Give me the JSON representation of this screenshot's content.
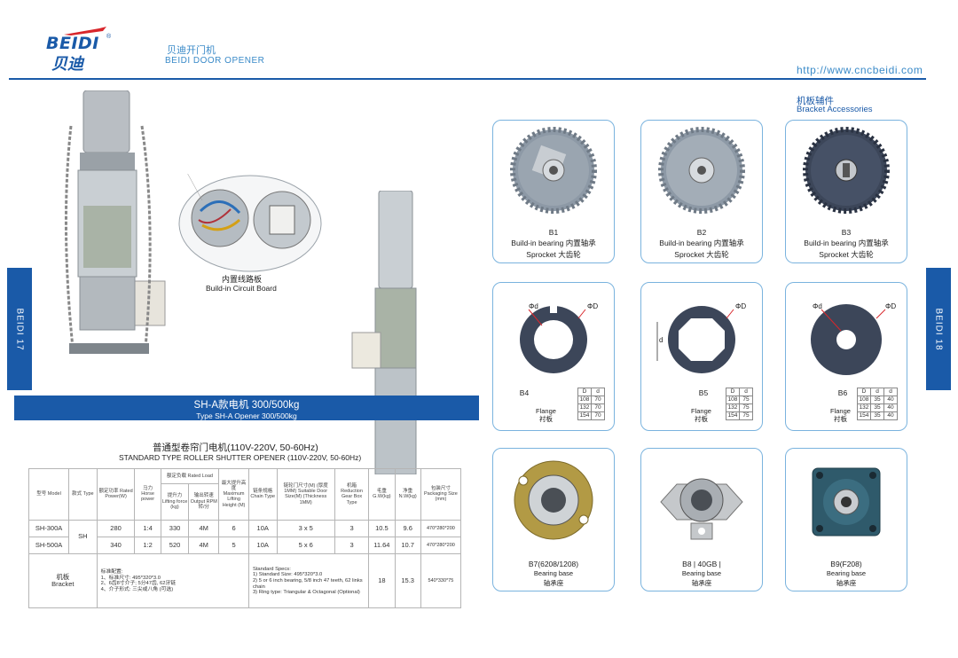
{
  "header": {
    "logo_text": "BEIDI",
    "logo_cn": "贝迪",
    "logo_reg": "®",
    "brand_cn": "贝迪开门机",
    "brand_en": "BEIDI DOOR OPENER",
    "website": "http://www.cncbeidi.com"
  },
  "side_tabs": {
    "left": "BEIDI 17",
    "right": "BEIDI 18"
  },
  "motor": {
    "callout_cn": "内置线路板",
    "callout_en": "Build-in Circuit Board"
  },
  "type_banner": {
    "cn": "SH-A款电机 300/500kg",
    "en": "Type SH-A Opener 300/500kg"
  },
  "spec_table": {
    "title_cn": "普通型卷帘门电机(110V-220V, 50-60Hz)",
    "title_en": "STANDARD TYPE ROLLER SHUTTER OPENER (110V-220V, 50-60Hz)",
    "headers": {
      "model": "型号 Model",
      "type": "款式 Type",
      "rated_power": "额定功率 Rated Power(W)",
      "ratio": "马力 Horse power",
      "rated_load_group": "额定负载 Rated Load",
      "lifting_force": "提升力 Lifting force (kg)",
      "output_rpm": "输出转速 Output RPM 转/分",
      "max_height": "最大提升高度 Maximum Lifting Height (M)",
      "chain": "链条规格 Chain Type",
      "shaft": "链轮门尺寸(M) (厚度 1MM) Suitable Door Size(M) (Thickness 1MM)",
      "reduction": "机箱 Reduction Gear Box Type",
      "gross": "毛重 G.W(kg)",
      "net": "净重 N.W(kg)",
      "package": "包装尺寸 Packaging Size (mm)"
    },
    "rows": [
      {
        "model": "SH-300A",
        "power": "280",
        "ratio": "1:4",
        "lift": "330",
        "rpm": "4M",
        "height": "6",
        "chain": "10A",
        "size": "3 x 5",
        "gear": "3",
        "gw": "10.5",
        "nw": "9.6",
        "pkg": "470*280*200"
      },
      {
        "model": "SH-500A",
        "power": "340",
        "ratio": "1:2",
        "lift": "520",
        "rpm": "4M",
        "height": "5",
        "chain": "10A",
        "size": "5 x 6",
        "gear": "3",
        "gw": "11.64",
        "nw": "10.7",
        "pkg": "470*280*200"
      }
    ],
    "type_value": "SH",
    "bracket_label_cn": "机板",
    "bracket_label_en": "Bracket",
    "bracket_cn_lines": [
      "标准配置:",
      "1、标准尺寸: 495*320*3.0",
      "2、6齿8寸介子; 5分47齿, 62牙链",
      "4、介子形式: 三尖或八角 (可选)"
    ],
    "bracket_en_lines": [
      "Standard Specs:",
      "1) Standard Size: 495*320*3.0",
      "2) 5 or 6 inch bearing, 5/8 inch 47 teeth, 62 links chain",
      "3) Ring type: Triangular & Octagonal (Optional)"
    ],
    "bracket_gw": "18",
    "bracket_nw": "15.3",
    "bracket_pkg": "540*330*75"
  },
  "accessories": {
    "title_cn": "机板辅件",
    "title_en": "Bracket Accessories",
    "sprockets": [
      {
        "code": "B1",
        "line1": "Build-in bearing 内置轴承",
        "line2": "Sprocket 大齿轮"
      },
      {
        "code": "B2",
        "line1": "Build-in bearing 内置轴承",
        "line2": "Sprocket 大齿轮"
      },
      {
        "code": "B3",
        "line1": "Build-in bearing 内置轴承",
        "line2": "Sprocket 大齿轮"
      }
    ],
    "flanges": [
      {
        "code": "B4",
        "label_en": "Flange",
        "label_cn": "衬板",
        "small_dim": "Φd",
        "big_dim": "ΦD",
        "table": [
          [
            "D",
            "d"
          ],
          [
            "108",
            "70"
          ],
          [
            "132",
            "70"
          ],
          [
            "154",
            "70"
          ]
        ]
      },
      {
        "code": "B5",
        "label_en": "Flange",
        "label_cn": "衬板",
        "small_dim": "d",
        "big_dim": "ΦD",
        "table": [
          [
            "D",
            "d"
          ],
          [
            "108",
            "75"
          ],
          [
            "132",
            "75"
          ],
          [
            "154",
            "75"
          ]
        ]
      },
      {
        "code": "B6",
        "label_en": "Flange",
        "label_cn": "衬板",
        "small_dim": "Φd",
        "big_dim": "ΦD",
        "table": [
          [
            "D",
            "d",
            "d"
          ],
          [
            "108",
            "35",
            "40"
          ],
          [
            "132",
            "35",
            "40"
          ],
          [
            "154",
            "35",
            "40"
          ]
        ]
      }
    ],
    "bearings": [
      {
        "code": "B7(6208/1208)",
        "line1": "Bearing base",
        "line2": "轴承座"
      },
      {
        "code": "B8 | 40GB |",
        "line1": "Bearing base",
        "line2": "轴承座"
      },
      {
        "code": "B9(F208)",
        "line1": "Bearing base",
        "line2": "轴承座"
      }
    ]
  },
  "colors": {
    "brand_blue": "#1a5aa8",
    "light_blue": "#3a8ac8",
    "card_border": "#7ab3de",
    "sprocket_grey": "#8d99a6",
    "sprocket_dark": "#3c4659"
  }
}
